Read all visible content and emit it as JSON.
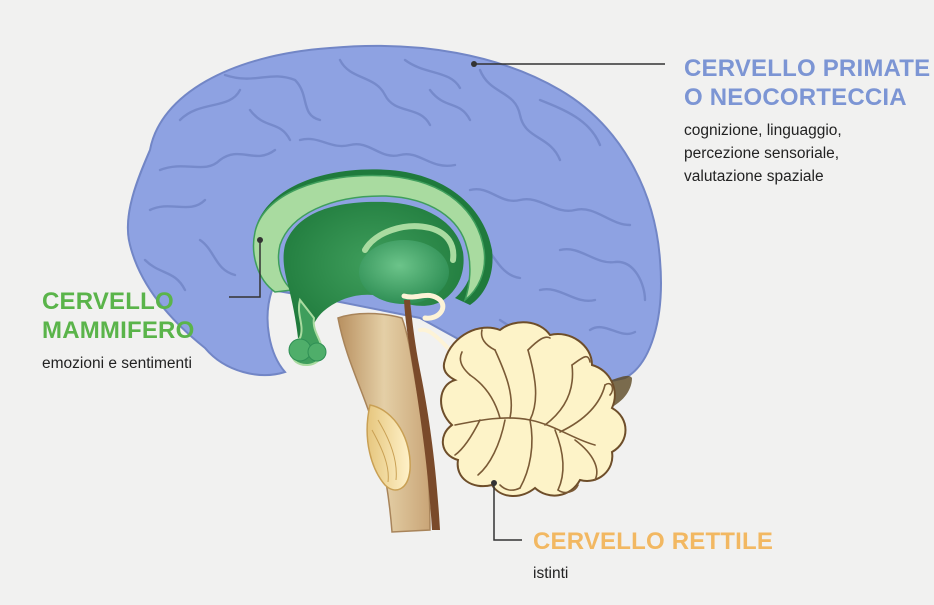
{
  "labels": {
    "neocortex": {
      "title_line1": "CERVELLO PRIMATE",
      "title_line2": "O NEOCORTECCIA",
      "desc_line1": "cognizione, linguaggio,",
      "desc_line2": "percezione sensoriale,",
      "desc_line3": "valutazione spaziale",
      "color": "#7c95d4"
    },
    "mammalian": {
      "title_line1": "CERVELLO",
      "title_line2": "MAMMIFERO",
      "desc_line1": "emozioni e sentimenti",
      "color": "#5ab44a"
    },
    "reptilian": {
      "title_line1": "CERVELLO RETTILE",
      "desc_line1": "istinti",
      "color": "#f2b862"
    }
  }
}
